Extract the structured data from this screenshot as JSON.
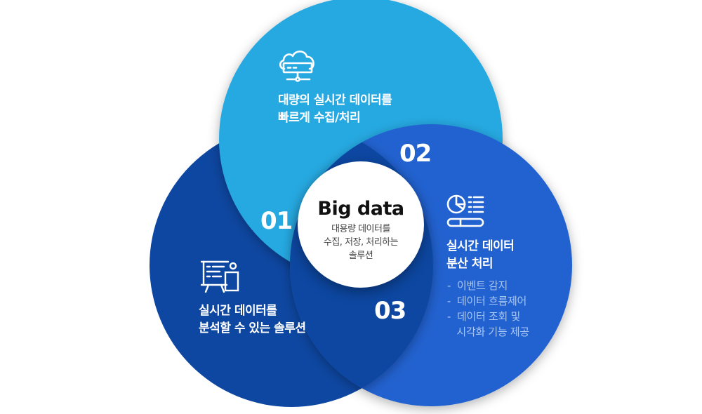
{
  "center": {
    "title": "Big data",
    "subtitle_lines": [
      "대용량 데이터를",
      "수집, 저장, 처리하는",
      "솔루션"
    ]
  },
  "sections": [
    {
      "number": "01",
      "icon": "cloud-server-icon",
      "title_lines": [
        "대량의 실시간 데이터를",
        "빠르게 수집/처리"
      ],
      "color": "#27a9e1"
    },
    {
      "number": "02",
      "icon": "pie-chart-report-icon",
      "title_lines": [
        "실시간 데이터",
        "분산 처리"
      ],
      "bullets": [
        "-  이벤트 감지",
        "-  데이터 흐름제어",
        "-  데이터 조회 및",
        "   시각화 기능 제공"
      ],
      "color": "#2062d0"
    },
    {
      "number": "03",
      "icon": "presentation-board-icon",
      "title_lines": [
        "실시간 데이터를",
        "분석할 수 있는 솔루션"
      ],
      "color": "#0e47a1"
    }
  ]
}
